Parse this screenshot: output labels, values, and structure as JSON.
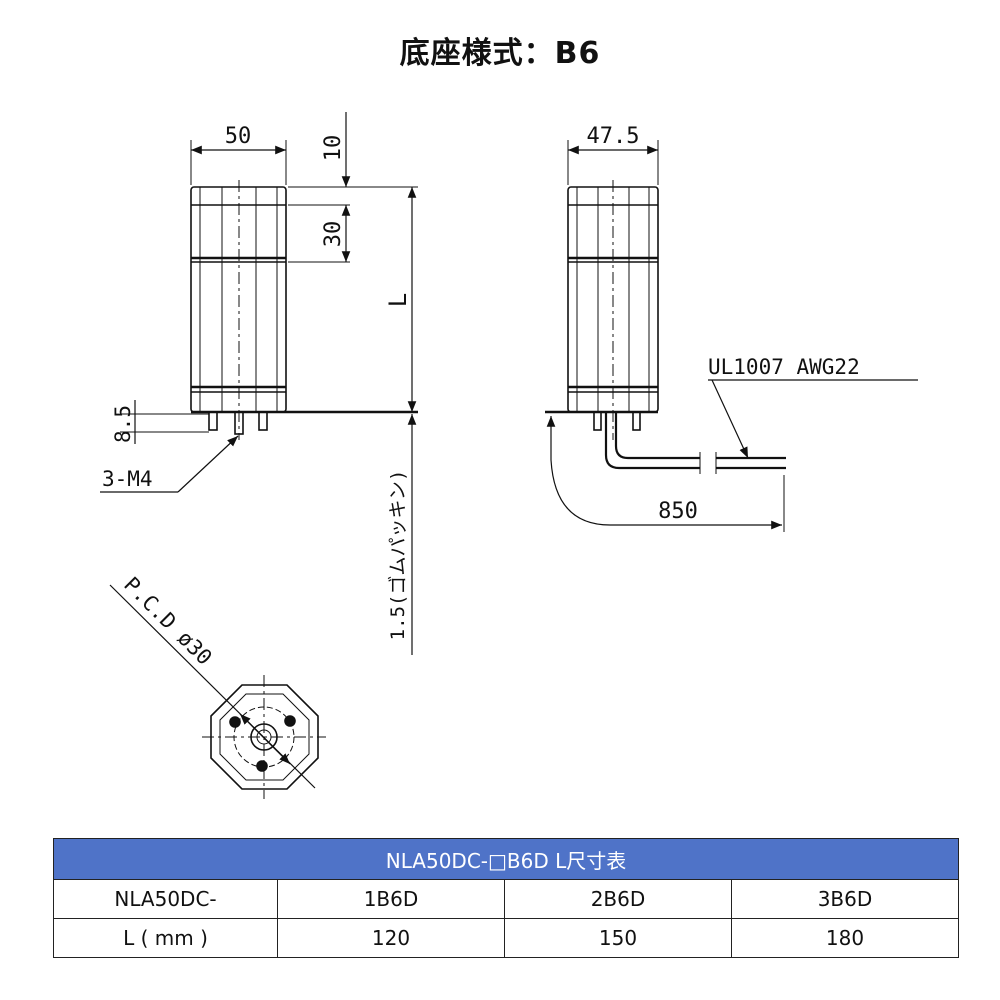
{
  "title": "底座様式：B6",
  "drawing": {
    "front_view": {
      "width_dim": "50",
      "top_dim": "10",
      "tier_dim": "30",
      "height_dim": "L",
      "pin_dim": "8.5",
      "screw_label": "3-M4",
      "gasket_label": "1.5(ゴムパッキン)"
    },
    "side_view": {
      "width_dim": "47.5",
      "cable_label": "UL1007 AWG22",
      "cable_length": "850"
    },
    "bottom_view": {
      "pcd_label": "P.C.D ø30"
    }
  },
  "table": {
    "caption": "NLA50DC-□B6D L尺寸表",
    "header": [
      "NLA50DC-",
      "1B6D",
      "2B6D",
      "3B6D"
    ],
    "row": [
      "L ( mm )",
      "120",
      "150",
      "180"
    ]
  },
  "colors": {
    "table_header": "#4f73c8",
    "line": "#111111"
  }
}
